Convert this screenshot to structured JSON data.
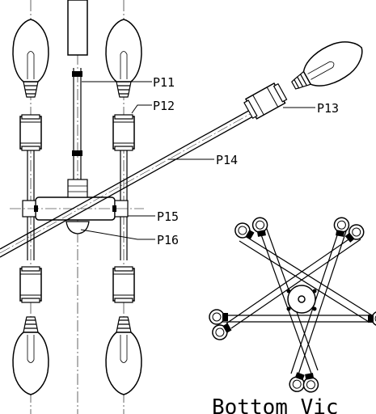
{
  "labels": {
    "p11": "P11",
    "p12": "P12",
    "p13": "P13",
    "p14": "P14",
    "p15": "P15",
    "p16": "P16"
  },
  "caption": "Bottom Vic",
  "colors": {
    "line": "#000000",
    "background": "#ffffff"
  }
}
